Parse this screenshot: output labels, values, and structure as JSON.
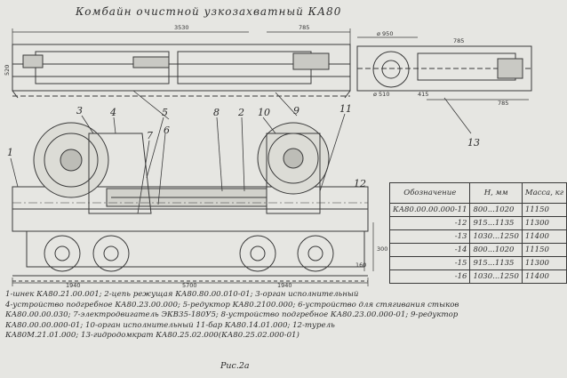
{
  "title": "Комбайн очистной узкозахватный КА80",
  "dimensions": {
    "top_length": "3530",
    "top_right": "785",
    "top_height": "520",
    "bottom_left": "1940",
    "bottom_center": "5700",
    "bottom_right": "1940",
    "side_height": "300",
    "side_small": "160",
    "detail_diameter": "ø 950",
    "detail_a": "ø 510",
    "detail_b": "785",
    "detail_c": "785",
    "detail_d": "415"
  },
  "callouts": [
    "1",
    "3",
    "4",
    "5",
    "6",
    "7",
    "8",
    "2",
    "10",
    "9",
    "11",
    "12",
    "13"
  ],
  "table": {
    "headers": [
      "Обозначение",
      "H, мм",
      "Масса, кг"
    ],
    "rows": [
      [
        "КА80.00.00.000-11",
        "800...1020",
        "11150"
      ],
      [
        "-12",
        "915...1135",
        "11300"
      ],
      [
        "-13",
        "1030...1250",
        "11400"
      ],
      [
        "-14",
        "800...1020",
        "11150"
      ],
      [
        "-15",
        "915...1135",
        "11300"
      ],
      [
        "-16",
        "1030...1250",
        "11400"
      ]
    ]
  },
  "legend": [
    "1-шнек  КА80.21.00.001; 2-цепь режущая КА80.80.00.010-01; 3-орган исполнительный",
    "4-устройство подгребное КА80.23.00.000; 5-редуктор КА80.2100.000; 6-устройство для стягивания стыков",
    "КА80.00.00.030; 7-электродвигатель ЭКВ35-180У5; 8-устройство подгребное КА80.23.00.000-01; 9-редуктор",
    "КА80.00.00.000-01; 10-орган исполнительный          11-бар КА80.14.01.000; 12-турель",
    "КА80М.21.01.000; 13-гидродомкрат КА80.25.02.000(КА80.25.02.000-01)"
  ],
  "caption": "Рис.2а"
}
